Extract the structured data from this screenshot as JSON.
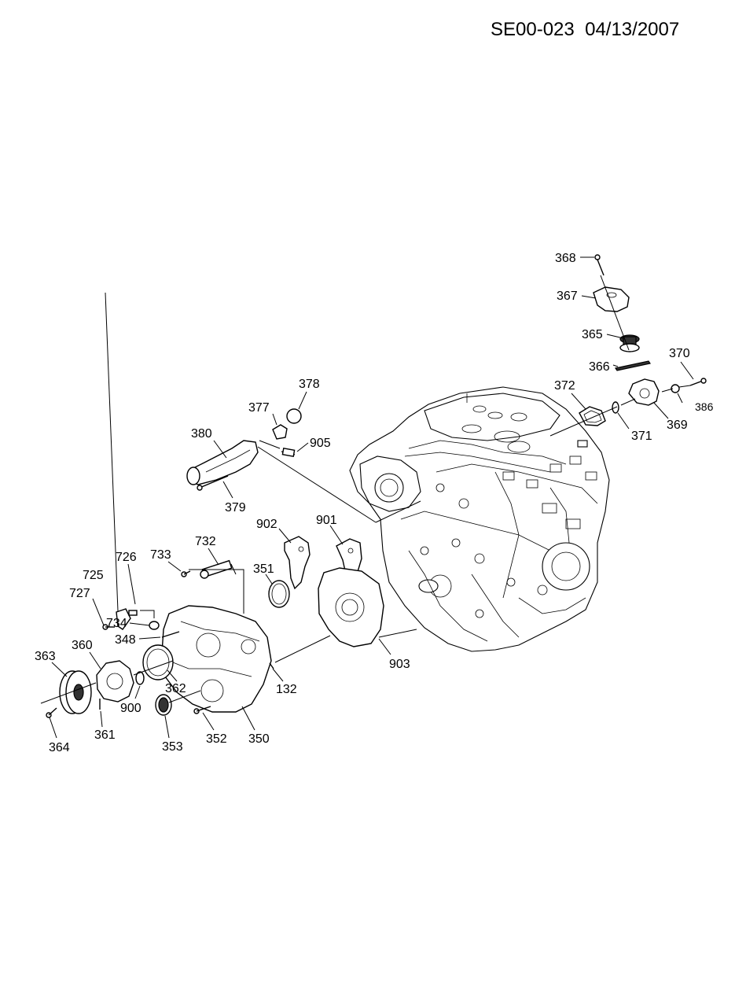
{
  "header": {
    "code": "SE00-023",
    "date": "04/13/2007"
  },
  "callouts": {
    "c368": "368",
    "c367": "367",
    "c365": "365",
    "c366": "366",
    "c370": "370",
    "c372": "372",
    "c386": "386",
    "c371": "371",
    "c369": "369",
    "c378": "378",
    "c377": "377",
    "c380": "380",
    "c905": "905",
    "c379": "379",
    "c902": "902",
    "c901": "901",
    "c732": "732",
    "c726": "726",
    "c733": "733",
    "c725": "725",
    "c351": "351",
    "c727": "727",
    "c734": "734",
    "c348": "348",
    "c363": "363",
    "c360": "360",
    "c362": "362",
    "c903": "903",
    "c132": "132",
    "c900": "900",
    "c361": "361",
    "c353": "353",
    "c352": "352",
    "c350": "350",
    "c364": "364"
  }
}
